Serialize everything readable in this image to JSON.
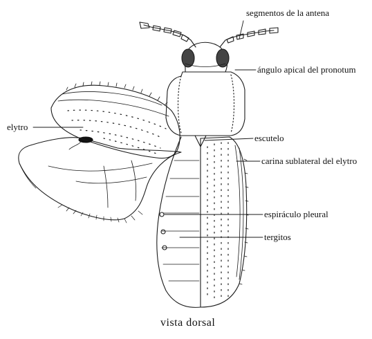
{
  "labels": {
    "antenna_segments": "segmentos de la antena",
    "apical_angle": "ángulo apical del pronotum",
    "elytron": "elytro",
    "scutellum": "escutelo",
    "sublateral_carina": "carina sublateral del elytro",
    "pleural_spiracle": "espiráculo pleural",
    "tergites": "tergitos"
  },
  "caption": "vista  dorsal",
  "colors": {
    "ink": "#1a1a1a",
    "paper": "#ffffff"
  }
}
